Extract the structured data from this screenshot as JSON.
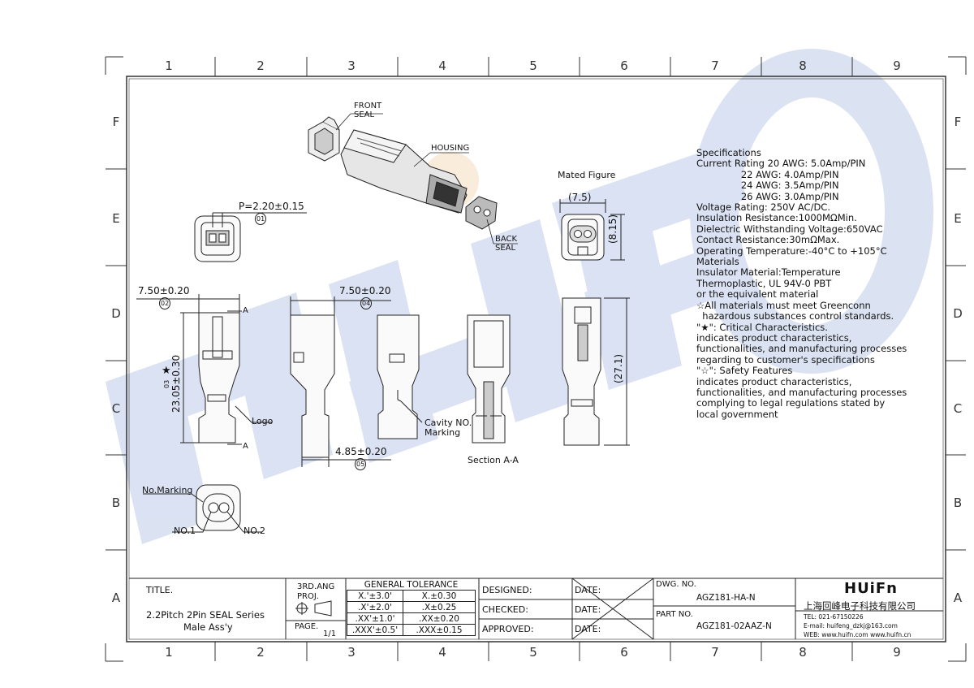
{
  "border": {
    "columns": [
      "1",
      "2",
      "3",
      "4",
      "5",
      "6",
      "7",
      "8",
      "9"
    ],
    "rows": [
      "F",
      "E",
      "D",
      "C",
      "B",
      "A"
    ]
  },
  "watermark": {
    "text": "HUIFQ",
    "color": "#8fa6d6"
  },
  "labels": {
    "front_seal": [
      "FRONT",
      "SEAL"
    ],
    "housing": "HOUSING",
    "back_seal": [
      "BACK",
      "SEAL"
    ],
    "mated_figure": "Mated Figure",
    "mated_width": "(7.5)",
    "mated_height": "(8.15)",
    "pitch": "P=2.20±0.15",
    "pitch_ref": "01",
    "width_left": "7.50±0.20",
    "width_left_ref": "02",
    "width_mid": "7.50±0.20",
    "width_mid_ref": "04",
    "length": "23.05±0.30",
    "length_ref": "03",
    "star": "★",
    "section_mark": "A",
    "logo": "Logo",
    "cavity": [
      "Cavity NO.",
      "Marking"
    ],
    "bottom_width": "4.85±0.20",
    "bottom_width_ref": "05",
    "section": "Section A-A",
    "overall_length": "(27.1)",
    "no_marking": "No.Marking",
    "no1": "NO.1",
    "no2": "NO.2"
  },
  "specs": [
    "Specifications",
    "Current Rating 20 AWG: 5.0Amp/PIN",
    "               22 AWG: 4.0Amp/PIN",
    "               24 AWG: 3.5Amp/PIN",
    "               26 AWG: 3.0Amp/PIN",
    "Voltage Rating: 250V AC/DC.",
    "Insulation Resistance:1000MΩMin.",
    "Dielectric Withstanding Voltage:650VAC",
    "Contact Resistance:30mΩMax.",
    "Operating Temperature:-40°C to +105°C",
    "Materials",
    "Insulator Material:Temperature",
    "Thermoplastic, UL 94V-0 PBT",
    "or the equivalent material",
    "☆All materials must meet Greenconn",
    "  hazardous substances control standards.",
    "\"★\": Critical Characteristics.",
    "indicates product characteristics,",
    "functionalities, and manufacturing processes",
    "regarding to customer's specifications",
    "\"☆\": Safety Features",
    "indicates product characteristics,",
    "functionalities, and manufacturing processes",
    "complying to legal regulations stated by",
    "local government"
  ],
  "title_block": {
    "title_label": "TITLE.",
    "title_line1": "2.2Pitch 2Pin SEAL Series",
    "title_line2": "Male Ass'y",
    "proj": [
      "3RD.ANG",
      "PROJ."
    ],
    "page_label": "PAGE.",
    "page_value": "1/1",
    "tolerance_header": "GENERAL TOLERANCE",
    "tolerance": [
      [
        "X.'±3.0'",
        "X.±0.30"
      ],
      [
        ".X'±2.0'",
        ".X±0.25"
      ],
      [
        ".XX'±1.0'",
        ".XX±0.20"
      ],
      [
        ".XXX'±0.5'",
        ".XXX±0.15"
      ]
    ],
    "designed": "DESIGNED:",
    "checked": "CHECKED:",
    "approved": "APPROVED:",
    "date": "DATE:",
    "dwg_label": "DWG. NO.",
    "dwg_value": "AGZ181-HA-N",
    "part_label": "PART NO.",
    "part_value": "AGZ181-02AAZ-N",
    "company_logo": "HUiFn",
    "company_name": "上海回峰电子科技有限公司",
    "tel": "TEL: 021-67150226",
    "email": "E-mail: huifeng_dzkj@163.com",
    "web": "WEB: www.huifn.com  www.huifn.cn"
  }
}
